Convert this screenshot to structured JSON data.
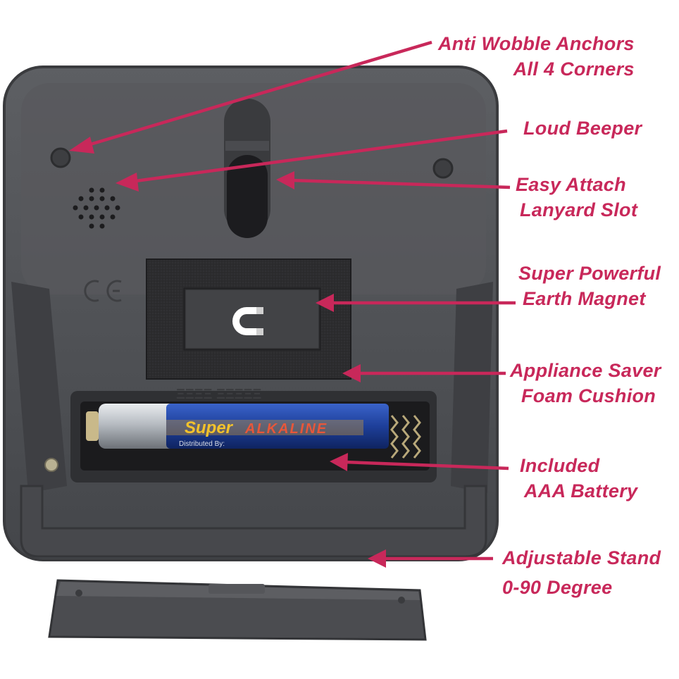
{
  "colors": {
    "accent": "#C8285A",
    "body": "#4a4b4f",
    "face": "#56585c",
    "foam": "#2f2f31",
    "battery_blue": "#1e3f9a",
    "battery_label": "#f3c22b"
  },
  "icons": {
    "magnet": "magnet-icon",
    "ce": "ce-mark-icon",
    "speaker": "speaker-grille-icon"
  },
  "callouts": [
    {
      "lines": [
        "Anti Wobble Anchors",
        "All 4 Corners"
      ]
    },
    {
      "lines": [
        "Loud Beeper"
      ]
    },
    {
      "lines": [
        "Easy Attach",
        "Lanyard Slot"
      ]
    },
    {
      "lines": [
        "Super Powerful",
        "Earth Magnet"
      ]
    },
    {
      "lines": [
        "Appliance Saver",
        "Foam Cushion"
      ]
    },
    {
      "lines": [
        "Included",
        "AAA Battery"
      ]
    },
    {
      "lines": [
        "Adjustable Stand",
        "0-90 Degree"
      ]
    }
  ],
  "battery": {
    "brand_super": "Super",
    "brand_alkaline": "ALKALINE",
    "fine_print": "Distributed By:"
  }
}
